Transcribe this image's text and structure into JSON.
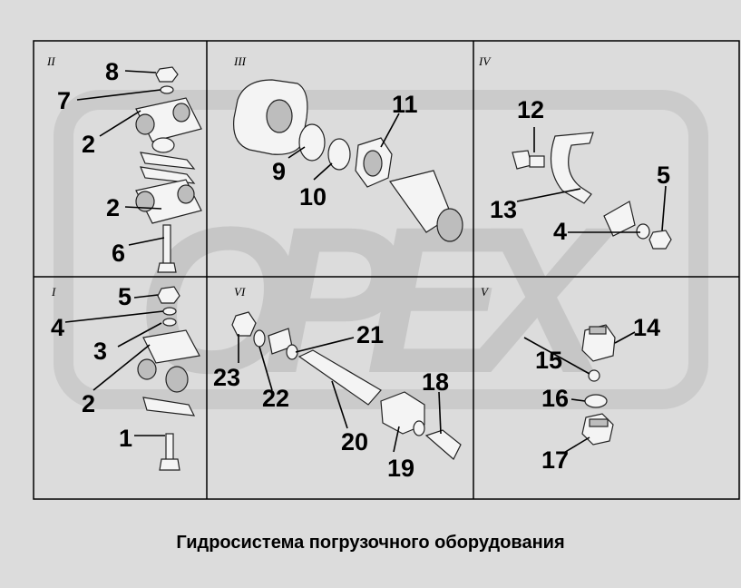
{
  "title": "Гидросистема погрузочного оборудования",
  "watermark": "OPEX",
  "sections": [
    {
      "id": "II",
      "label": "II"
    },
    {
      "id": "III",
      "label": "III"
    },
    {
      "id": "IV",
      "label": "IV"
    },
    {
      "id": "I",
      "label": "I"
    },
    {
      "id": "VI",
      "label": "VI"
    },
    {
      "id": "V",
      "label": "V"
    }
  ],
  "callouts": [
    "8",
    "7",
    "2",
    "2",
    "6",
    "9",
    "10",
    "11",
    "12",
    "13",
    "4",
    "5",
    "5",
    "4",
    "3",
    "2",
    "1",
    "23",
    "22",
    "21",
    "20",
    "19",
    "18",
    "14",
    "15",
    "16",
    "17"
  ],
  "colors": {
    "background": "#dcdcdc",
    "watermark": "#c8c8c8",
    "ink": "#000000"
  }
}
